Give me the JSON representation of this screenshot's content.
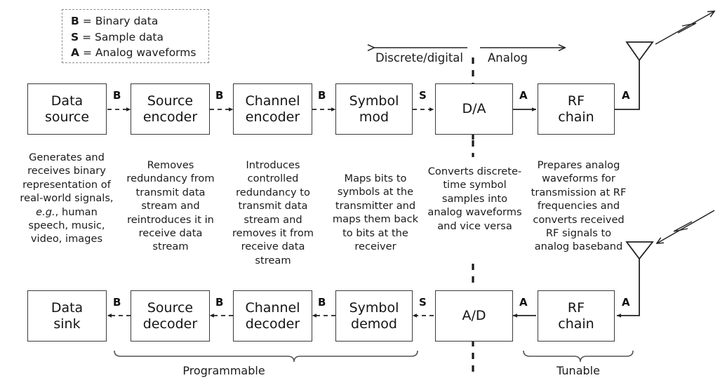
{
  "legend": {
    "items": [
      {
        "key": "B",
        "eq": "=",
        "text": "Binary data"
      },
      {
        "key": "S",
        "eq": "=",
        "text": "Sample data"
      },
      {
        "key": "A",
        "eq": "=",
        "text": "Analog waveforms"
      }
    ]
  },
  "axis": {
    "left_label": "Discrete/digital",
    "right_label": "Analog"
  },
  "transmit_chain": {
    "blocks": [
      {
        "line1": "Data",
        "line2": "source"
      },
      {
        "line1": "Source",
        "line2": "encoder"
      },
      {
        "line1": "Channel",
        "line2": "encoder"
      },
      {
        "line1": "Symbol",
        "line2": "mod"
      },
      {
        "line1": "D/A",
        "line2": ""
      },
      {
        "line1": "RF",
        "line2": "chain"
      }
    ],
    "signals": [
      "B",
      "B",
      "B",
      "S",
      "A",
      "A"
    ]
  },
  "receive_chain": {
    "blocks": [
      {
        "line1": "Data",
        "line2": "sink"
      },
      {
        "line1": "Source",
        "line2": "decoder"
      },
      {
        "line1": "Channel",
        "line2": "decoder"
      },
      {
        "line1": "Symbol",
        "line2": "demod"
      },
      {
        "line1": "A/D",
        "line2": ""
      },
      {
        "line1": "RF",
        "line2": "chain"
      }
    ],
    "signals": [
      "B",
      "B",
      "B",
      "S",
      "A",
      "A"
    ]
  },
  "captions": [
    {
      "html": "Generates and receives binary representation of real-world signals, <i>e.g.</i>, human speech, music, video, images"
    },
    {
      "html": "Removes redundancy from transmit data stream and reintroduces it in receive data stream"
    },
    {
      "html": "Introduces controlled redundancy to transmit data stream and removes it from receive data stream"
    },
    {
      "html": "Maps bits to symbols at the transmitter and maps them back to bits at the receiver"
    },
    {
      "html": "Converts discrete-time symbol samples into analog waveforms and vice versa"
    },
    {
      "html": "Prepares analog waveforms for transmission at RF frequencies and converts received RF signals to analog baseband"
    }
  ],
  "braces": {
    "programmable": "Programmable",
    "tunable": "Tunable"
  },
  "colors": {
    "stroke": "#3a3a3a",
    "text": "#1b1b1b",
    "legend_border": "#8a8a8a",
    "background": "#ffffff"
  }
}
